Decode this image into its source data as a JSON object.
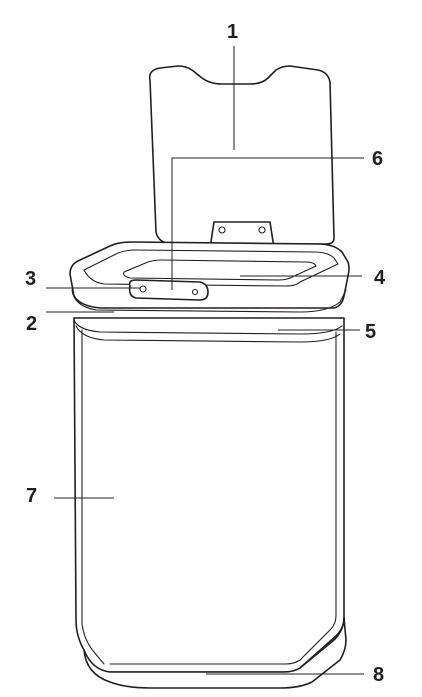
{
  "diagram": {
    "subject": "trash-bin-exploded-view",
    "line_color": "#231f20",
    "background": "#ffffff",
    "labels": [
      {
        "id": "1",
        "text": "1"
      },
      {
        "id": "2",
        "text": "2"
      },
      {
        "id": "3",
        "text": "3"
      },
      {
        "id": "4",
        "text": "4"
      },
      {
        "id": "5",
        "text": "5"
      },
      {
        "id": "6",
        "text": "6"
      },
      {
        "id": "7",
        "text": "7"
      },
      {
        "id": "8",
        "text": "8"
      }
    ]
  }
}
